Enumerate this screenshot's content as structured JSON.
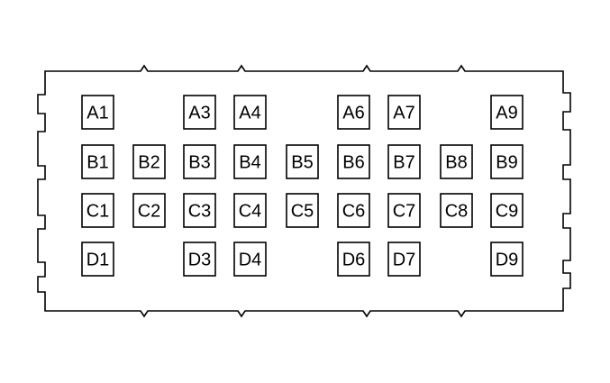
{
  "diagram": {
    "pins": [
      {
        "label": "A1",
        "row": 0,
        "col": 0
      },
      {
        "label": "A3",
        "row": 0,
        "col": 2
      },
      {
        "label": "A4",
        "row": 0,
        "col": 3
      },
      {
        "label": "A6",
        "row": 0,
        "col": 5
      },
      {
        "label": "A7",
        "row": 0,
        "col": 6
      },
      {
        "label": "A9",
        "row": 0,
        "col": 8
      },
      {
        "label": "B1",
        "row": 1,
        "col": 0
      },
      {
        "label": "B2",
        "row": 1,
        "col": 1
      },
      {
        "label": "B3",
        "row": 1,
        "col": 2
      },
      {
        "label": "B4",
        "row": 1,
        "col": 3
      },
      {
        "label": "B5",
        "row": 1,
        "col": 4
      },
      {
        "label": "B6",
        "row": 1,
        "col": 5
      },
      {
        "label": "B7",
        "row": 1,
        "col": 6
      },
      {
        "label": "B8",
        "row": 1,
        "col": 7
      },
      {
        "label": "B9",
        "row": 1,
        "col": 8
      },
      {
        "label": "C1",
        "row": 2,
        "col": 0
      },
      {
        "label": "C2",
        "row": 2,
        "col": 1
      },
      {
        "label": "C3",
        "row": 2,
        "col": 2
      },
      {
        "label": "C4",
        "row": 2,
        "col": 3
      },
      {
        "label": "C5",
        "row": 2,
        "col": 4
      },
      {
        "label": "C6",
        "row": 2,
        "col": 5
      },
      {
        "label": "C7",
        "row": 2,
        "col": 6
      },
      {
        "label": "C8",
        "row": 2,
        "col": 7
      },
      {
        "label": "C9",
        "row": 2,
        "col": 8
      },
      {
        "label": "D1",
        "row": 3,
        "col": 0
      },
      {
        "label": "D3",
        "row": 3,
        "col": 2
      },
      {
        "label": "D4",
        "row": 3,
        "col": 3
      },
      {
        "label": "D6",
        "row": 3,
        "col": 5
      },
      {
        "label": "D7",
        "row": 3,
        "col": 6
      },
      {
        "label": "D9",
        "row": 3,
        "col": 8
      }
    ],
    "colors": {
      "stroke": "#000000",
      "background": "#ffffff"
    }
  }
}
